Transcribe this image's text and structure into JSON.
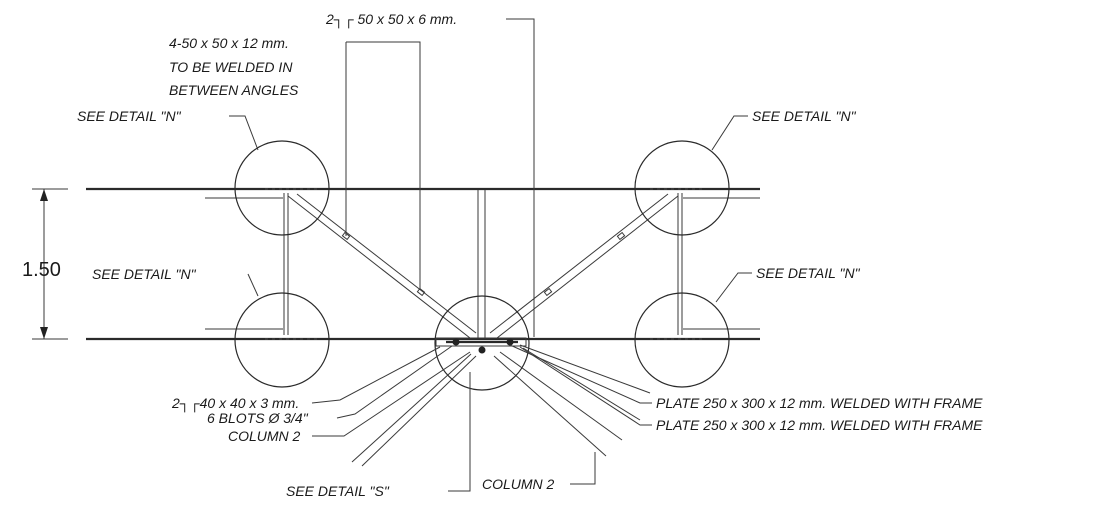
{
  "dimension": {
    "value": "1.50"
  },
  "labels": {
    "top_angle": "2┐┌ 50 x 50 x 6 mm.",
    "plates_line1": "4-50 x 50 x 12 mm.",
    "plates_line2": "TO BE WELDED IN",
    "plates_line3": "BETWEEN ANGLES",
    "detail_n_top_left": "SEE DETAIL \"N\"",
    "detail_n_top_right": "SEE DETAIL \"N\"",
    "detail_n_mid_left": "SEE DETAIL \"N\"",
    "detail_n_mid_right": "SEE DETAIL \"N\"",
    "small_angle": "2┐┌40 x 40 x 3 mm.",
    "bolts": "6 BLOTS Ø 3/4\"",
    "column_left": "COLUMN 2",
    "plate_1": "PLATE 250 x 300 x 12 mm. WELDED WITH FRAME",
    "plate_2": "PLATE 250 x 300 x 12 mm. WELDED WITH FRAME",
    "column_bottom": "COLUMN 2",
    "detail_s": "SEE DETAIL \"S\""
  }
}
